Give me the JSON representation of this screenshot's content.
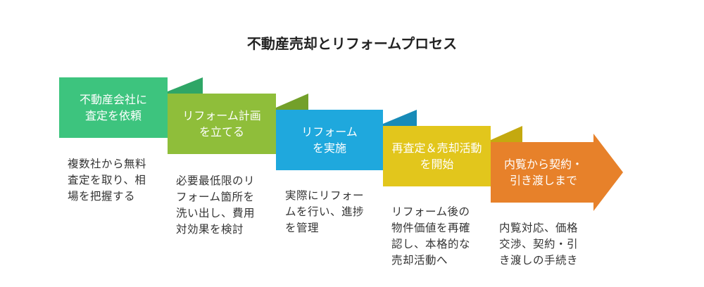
{
  "title": "不動産売却とリフォームプロセス",
  "colors": {
    "step1": "#3dc47e",
    "step1_fold": "#2fa666",
    "step2": "#8fbe3a",
    "step2_fold": "#73a02a",
    "step3": "#1fa8dd",
    "step3_fold": "#178bb8",
    "step4": "#e2c61c",
    "step4_fold": "#c4a90f",
    "step5": "#e7812a"
  },
  "steps": [
    {
      "label": "不動産会社に\n査定を依頼",
      "description": "複数社から無料\n査定を取り、相\n場を把握する"
    },
    {
      "label": "リフォーム計画\nを立てる",
      "description": "必要最低限のリ\nフォーム箇所を\n洗い出し、費用\n対効果を検討"
    },
    {
      "label": "リフォーム\nを実施",
      "description": "実際にリフォー\nムを行い、進捗\nを管理"
    },
    {
      "label": "再査定＆売却活動\nを開始",
      "description": "リフォーム後の\n物件価値を再確\n認し、本格的な\n売却活動へ"
    },
    {
      "label": "内覧から契約・\n引き渡しまで",
      "description": "内覧対応、価格\n交渉、契約・引\nき渡しの手続き"
    }
  ]
}
